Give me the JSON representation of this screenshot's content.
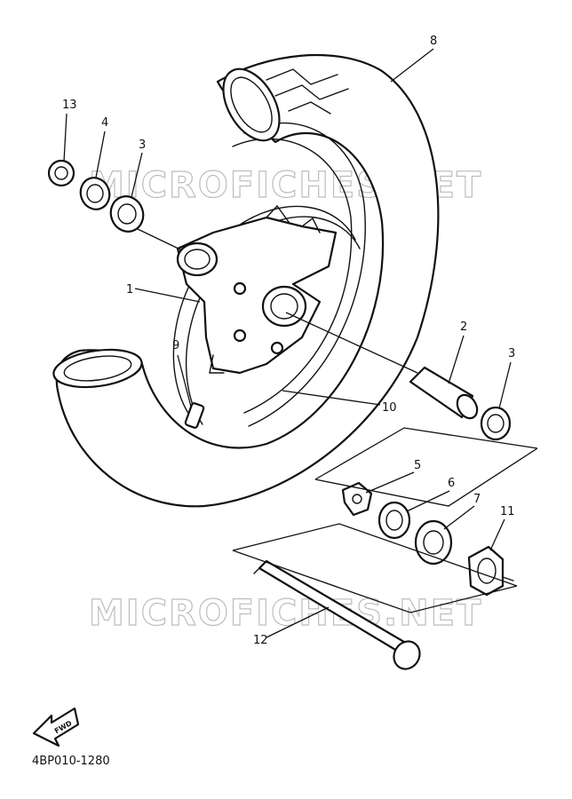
{
  "diagram": {
    "watermark": "MICROFICHES.NET",
    "drawing_code": "4BP010-1280",
    "forward_arrow_label": "FWD",
    "callouts": {
      "c1": "1",
      "c2": "2",
      "c3a": "3",
      "c3b": "3",
      "c4": "4",
      "c5": "5",
      "c6": "6",
      "c7": "7",
      "c8": "8",
      "c9": "9",
      "c10": "10",
      "c11": "11",
      "c12": "12",
      "c13": "13"
    }
  }
}
